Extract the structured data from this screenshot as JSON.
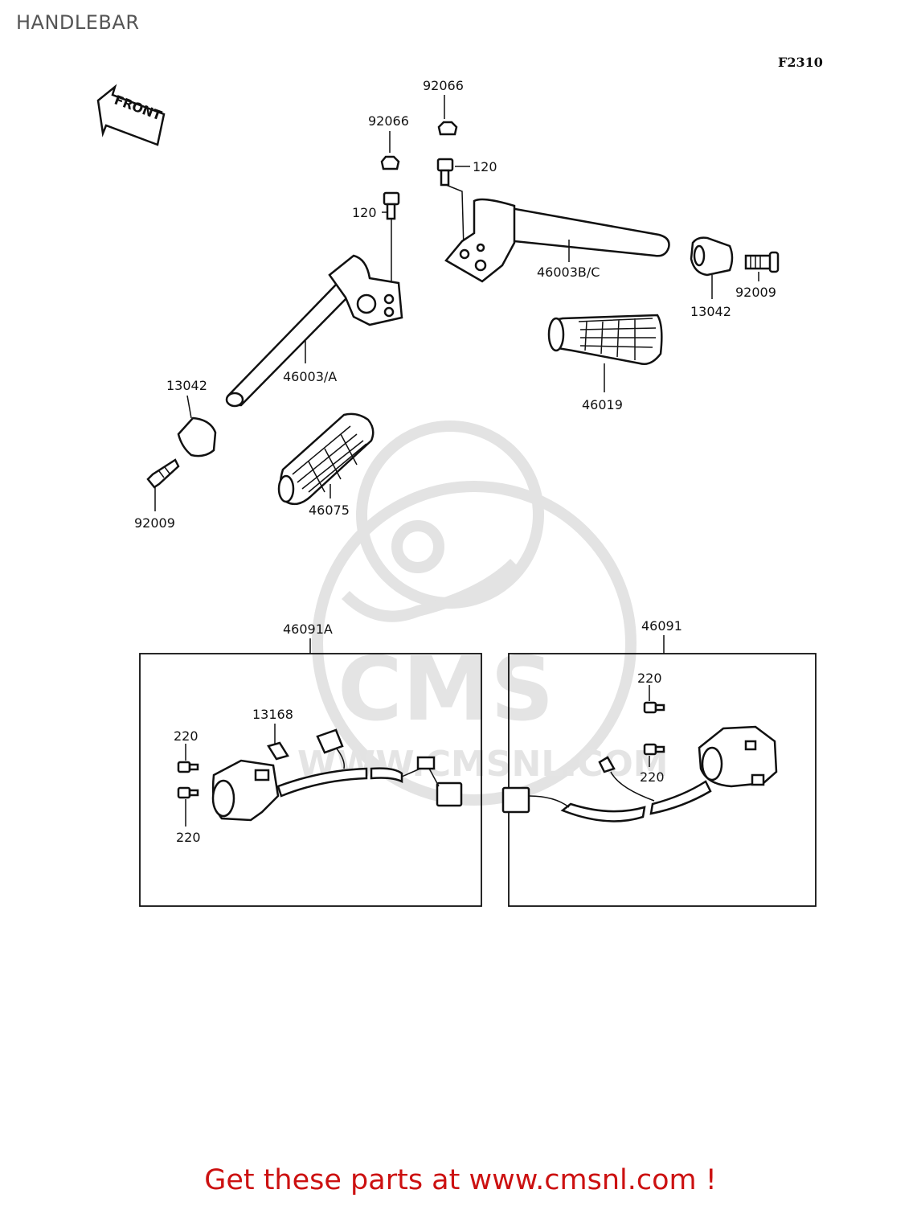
{
  "title": "HANDLEBAR",
  "figure_code": "F2310",
  "front_label": "FRONT",
  "watermark": {
    "brand": "CMS",
    "url": "WWW.CMSNL.COM"
  },
  "footer": "Get these parts at www.cmsnl.com !",
  "callouts": {
    "c92066_right": "92066",
    "c92066_left": "92066",
    "c120_right": "120",
    "c120_left": "120",
    "c46003bc": "46003B/C",
    "c13042_right": "13042",
    "c92009_right": "92009",
    "c46019": "46019",
    "c46003a": "46003/A",
    "c13042_left": "13042",
    "c46075": "46075",
    "c92009_left": "92009",
    "c46091a": "46091A",
    "c46091": "46091",
    "c13168": "13168",
    "c220_l1": "220",
    "c220_l2": "220",
    "c220_r1": "220",
    "c220_r2": "220"
  }
}
